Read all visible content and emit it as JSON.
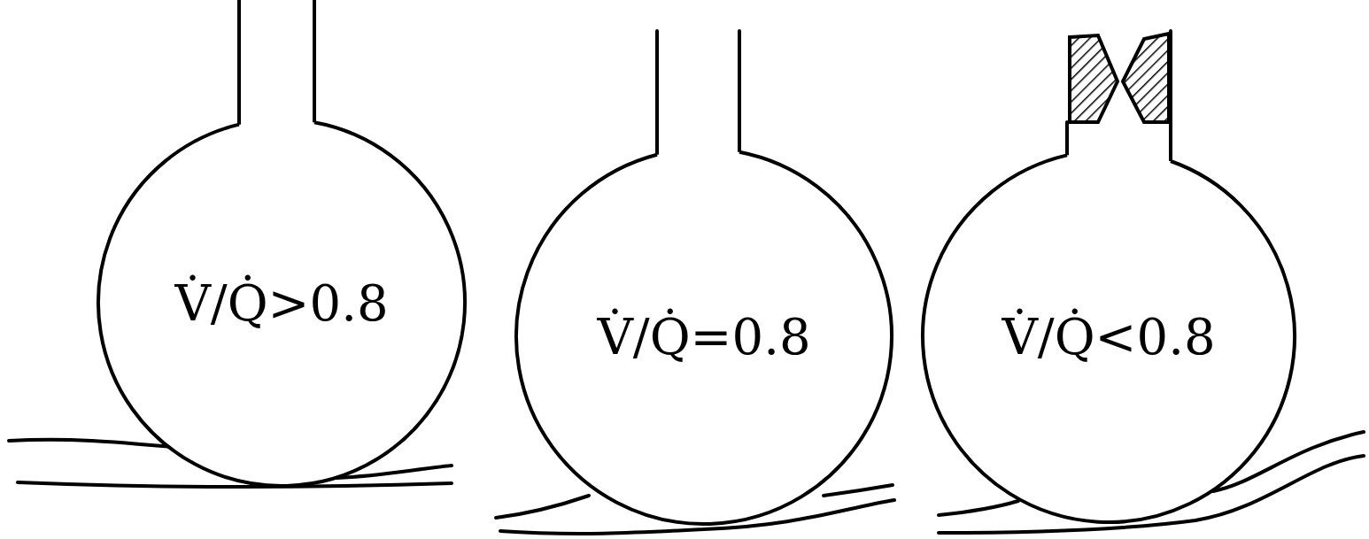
{
  "diagram": {
    "nodes": [
      {
        "text": [
          "V̇/Q̇>0.8"
        ]
      },
      {
        "text": [
          "V̇/Q̇=0.8"
        ]
      },
      {
        "text": [
          "V̇/Q̇<0.8"
        ]
      }
    ]
  }
}
